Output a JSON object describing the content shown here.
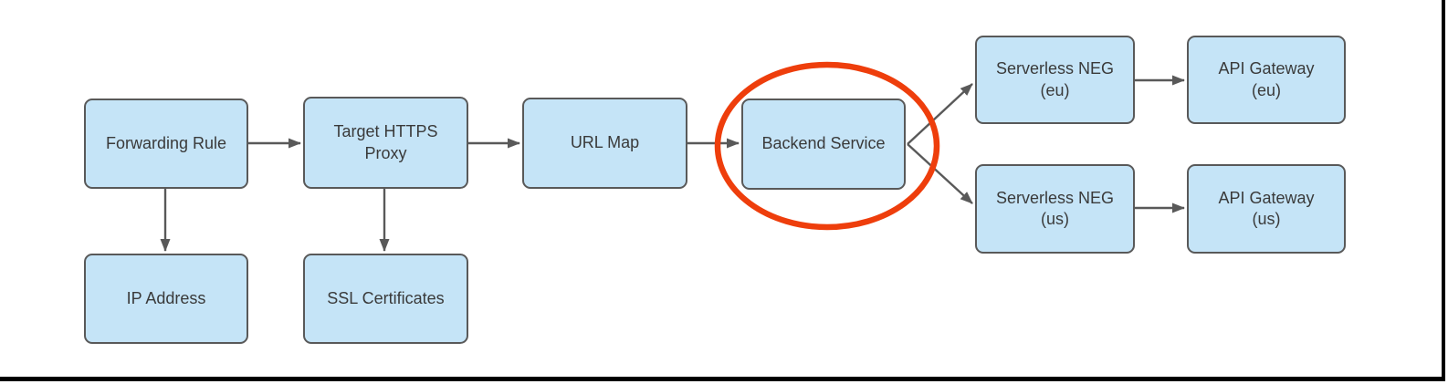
{
  "colors": {
    "node-fill": "#C5E4F7",
    "node-stroke": "#595959",
    "text-color": "#3A3A3A",
    "arrow-color": "#595959",
    "highlight-color": "#EE3E0C",
    "frame-color": "#000000"
  },
  "diagram": {
    "type": "flowchart",
    "nodes": {
      "forwarding_rule": {
        "label": "Forwarding Rule"
      },
      "target_https_proxy": {
        "label": "Target HTTPS\nProxy"
      },
      "url_map": {
        "label": "URL Map"
      },
      "backend_service": {
        "label": "Backend Service"
      },
      "serverless_neg_eu": {
        "label": "Serverless NEG\n(eu)"
      },
      "api_gateway_eu": {
        "label": "API Gateway\n(eu)"
      },
      "serverless_neg_us": {
        "label": "Serverless NEG\n(us)"
      },
      "api_gateway_us": {
        "label": "API Gateway\n(us)"
      },
      "ip_address": {
        "label": "IP Address"
      },
      "ssl_certificates": {
        "label": "SSL Certificates"
      }
    },
    "edges": [
      {
        "from": "Forwarding Rule",
        "to": "Target HTTPS Proxy"
      },
      {
        "from": "Target HTTPS Proxy",
        "to": "URL Map"
      },
      {
        "from": "URL Map",
        "to": "Backend Service"
      },
      {
        "from": "Backend Service",
        "to": "Serverless NEG (eu)"
      },
      {
        "from": "Backend Service",
        "to": "Serverless NEG (us)"
      },
      {
        "from": "Serverless NEG (eu)",
        "to": "API Gateway (eu)"
      },
      {
        "from": "Serverless NEG (us)",
        "to": "API Gateway (us)"
      },
      {
        "from": "Forwarding Rule",
        "to": "IP Address"
      },
      {
        "from": "Target HTTPS Proxy",
        "to": "SSL Certificates"
      }
    ],
    "highlight": {
      "shape": "ellipse",
      "around": "Backend Service",
      "color": "#EE3E0C"
    }
  }
}
